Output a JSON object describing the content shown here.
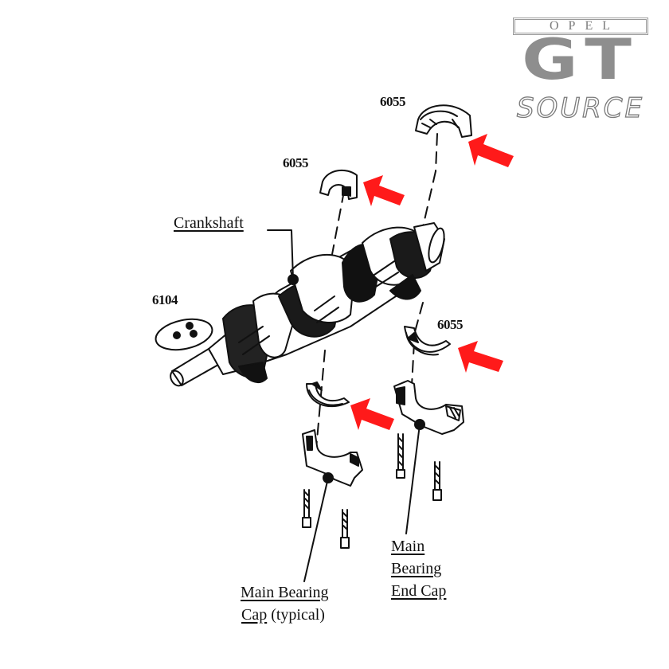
{
  "logo": {
    "brand": "OPEL",
    "model": "GT",
    "tagline": "SOURCE"
  },
  "labels": {
    "crankshaft": "Crankshaft",
    "part_6104": "6104",
    "part_6055_top": "6055",
    "part_6055_upper": "6055",
    "part_6055_right": "6055",
    "cap_typical_line1": "Main Bearing",
    "cap_typical_line2a": "Cap",
    "cap_typical_line2b": " (typical)",
    "end_cap_line1": "Main",
    "end_cap_line2": "Bearing",
    "end_cap_line3": "End Cap"
  },
  "colors": {
    "arrow": "#ff1a1a",
    "ink": "#111111",
    "logo_gray": "#8e8e8e"
  },
  "arrow_count": 4
}
